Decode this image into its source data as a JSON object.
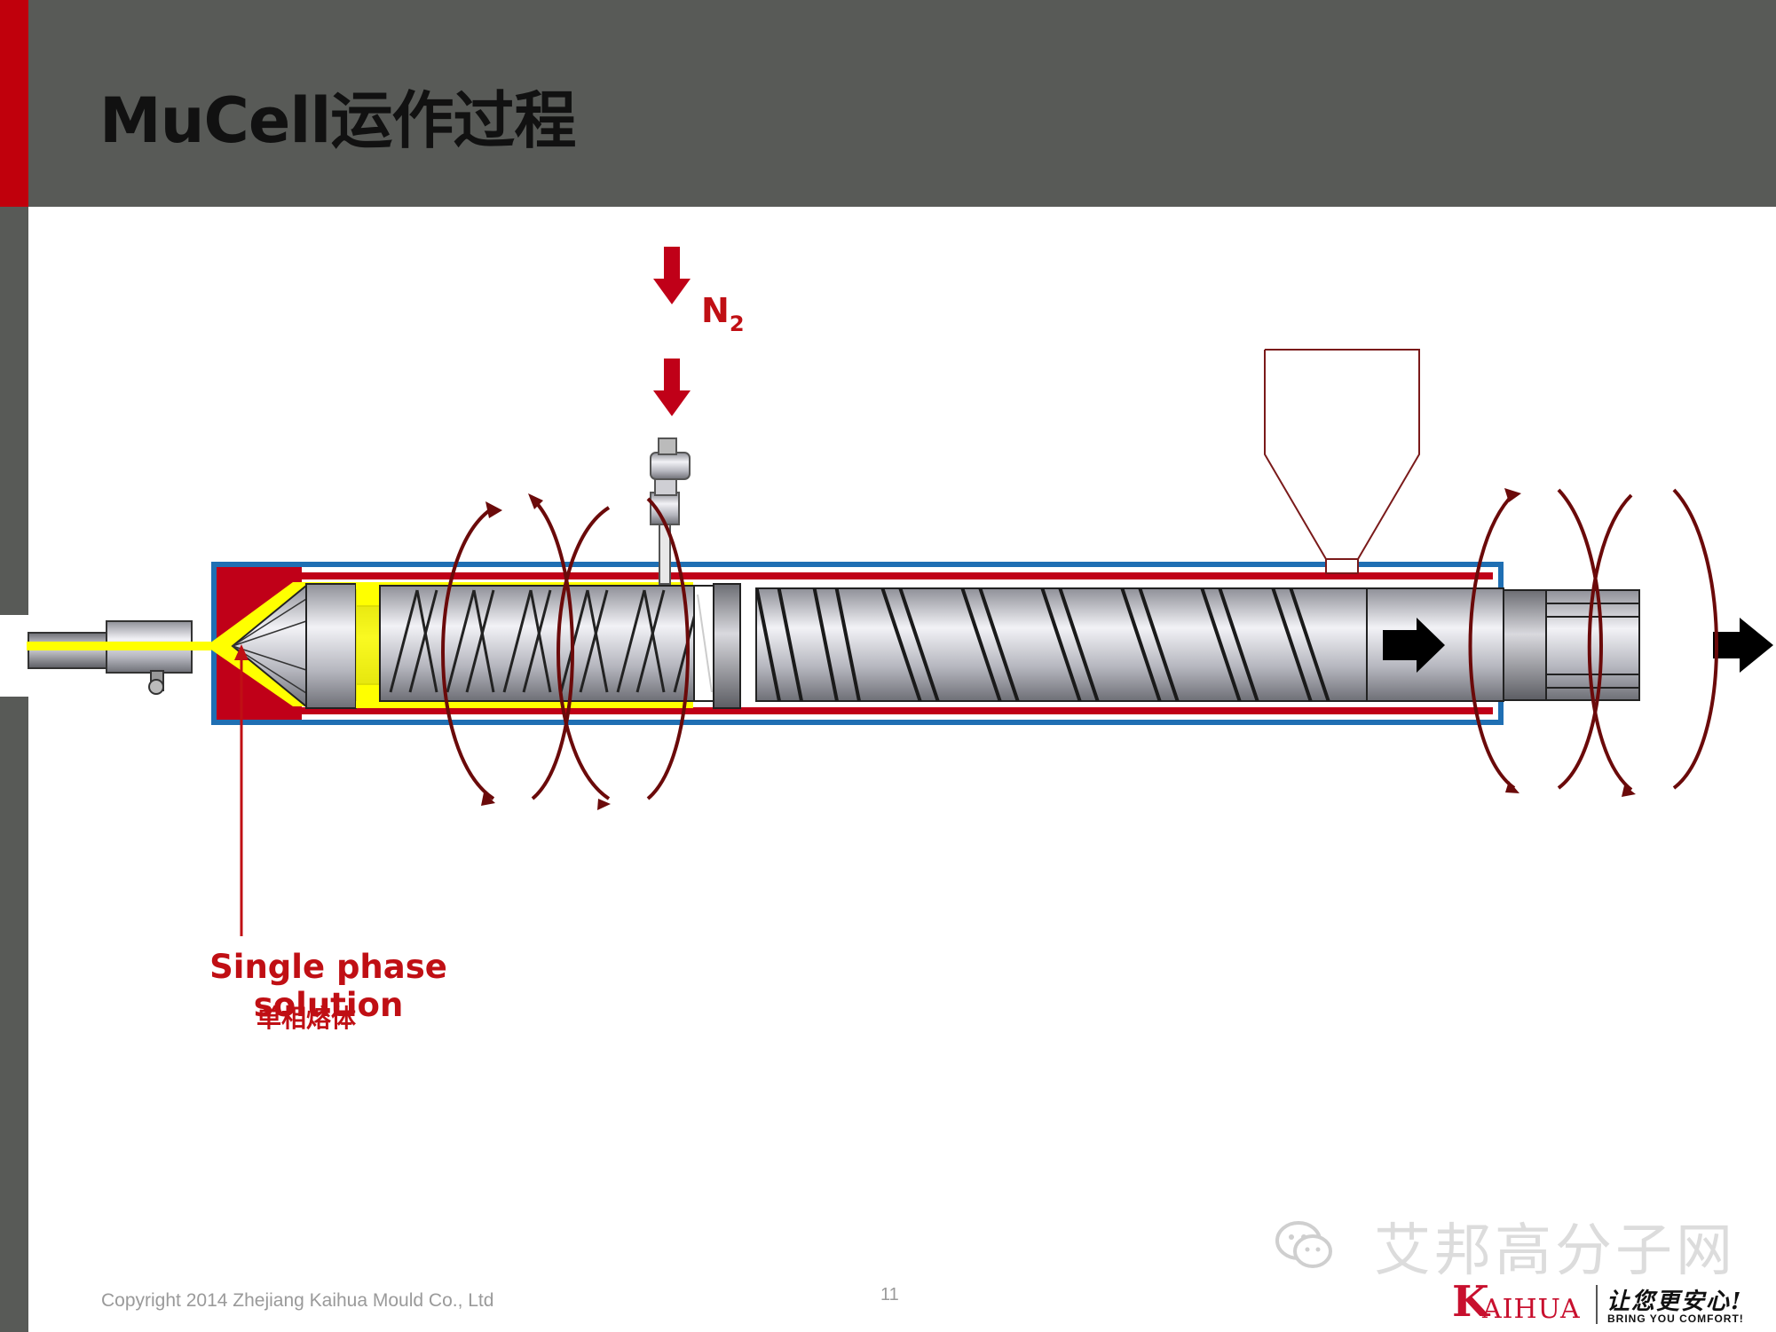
{
  "slide": {
    "title": "MuCell运作过程",
    "gas_label": "N",
    "gas_subscript": "2",
    "callout_en": "Single phase solution",
    "callout_cn": "单相熔体",
    "watermark": "艾邦高分子网",
    "copyright": "Copyright 2014 Zhejiang Kaihua Mould Co., Ltd",
    "page_number": "11"
  },
  "logo": {
    "initial": "K",
    "rest": "AIHUA",
    "slogan_cn": "让您更安心!",
    "slogan_en": "BRING YOU COMFORT!"
  },
  "colors": {
    "header": "#585a57",
    "accent": "#c0000c",
    "label_red": "#c00f14",
    "barrel_blue": "#1f6fb3",
    "barrel_red": "#c00018",
    "melt_yellow": "#ffff00",
    "heater_arc": "#7a0a0a"
  },
  "icons": [
    "wechat-icon",
    "down-arrow-icon",
    "right-arrow-icon"
  ]
}
